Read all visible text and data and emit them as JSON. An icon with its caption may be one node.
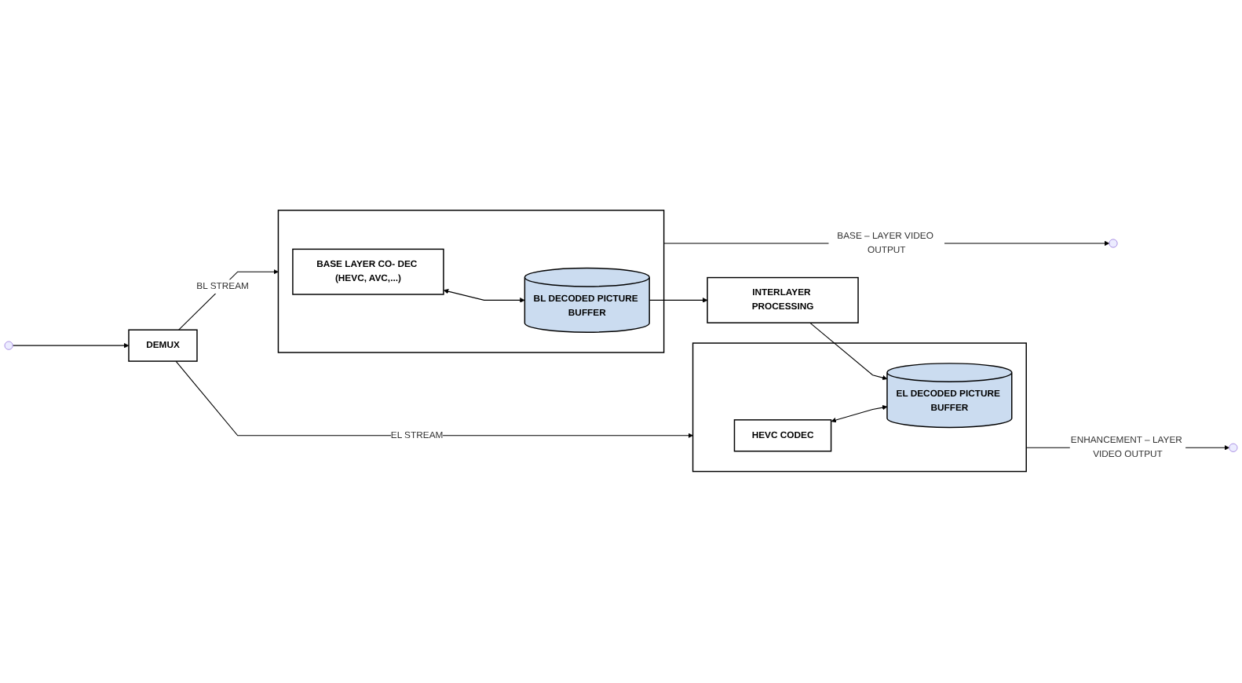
{
  "diagram": {
    "nodes": [
      {
        "text": [
          "DEMUX"
        ]
      },
      {
        "text": [],
        "shape": "box"
      },
      {
        "text": [
          "HEVC CODEC"
        ],
        "in": 1
      },
      {
        "text": [
          "EL DECODED PICTURE BUFFER"
        ],
        "in": 1
      },
      {
        "text": [
          "INTERLAYER PROCESSING"
        ]
      },
      {
        "text": [],
        "shape": "box"
      },
      {
        "text": [
          "BASE LAYER CO- DEC (HEVC, AVC,...)"
        ],
        "in": 5
      },
      {
        "text": [
          "BL DECODED PICTURE BUFFER"
        ],
        "in": 5
      }
    ],
    "edges": [
      {
        "from": null,
        "to": 0,
        "arrow": "to"
      },
      {
        "from": 0,
        "to": 1,
        "arrow": "to",
        "label": "EL STREAM"
      },
      {
        "from": 0,
        "to": 5,
        "arrow": "to",
        "label": "BL STREAM"
      },
      {
        "from": 2,
        "to": 3,
        "arrow": "both"
      },
      {
        "from": 1,
        "to": null,
        "arrow": "to",
        "label": "ENHANCEMENT – LAYER VIDEO OUTPUT"
      },
      {
        "from": 4,
        "to": 3,
        "arrow": "to"
      },
      {
        "from": 7,
        "to": 4,
        "arrow": "to"
      },
      {
        "from": 6,
        "to": 7,
        "arrow": "both"
      },
      {
        "from": 5,
        "to": null,
        "arrow": "to",
        "label": "BASE – LAYER VIDEO OUTPUT"
      }
    ]
  }
}
